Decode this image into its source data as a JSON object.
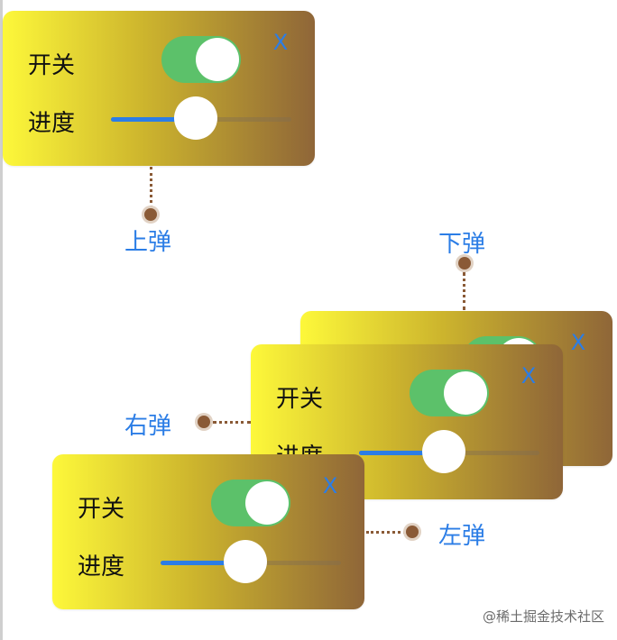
{
  "popup_top": {
    "switch_label": "开关",
    "progress_label": "进度",
    "close_label": "X",
    "toggle_on": true,
    "progress_fraction": 0.47
  },
  "popup_down": {
    "close_label": "X"
  },
  "popup_right": {
    "switch_label": "开关",
    "progress_label": "进度",
    "close_label": "X",
    "toggle_on": true,
    "progress_fraction": 0.47
  },
  "popup_left": {
    "switch_label": "开关",
    "progress_label": "进度",
    "close_label": "X",
    "toggle_on": true,
    "progress_fraction": 0.47
  },
  "annotations": {
    "up": "上弹",
    "down": "下弹",
    "right": "右弹",
    "left": "左弹"
  },
  "watermark": "@稀土掘金技术社区",
  "colors": {
    "accent_blue": "#2b7de6",
    "toggle_green": "#5cc16a",
    "leader_brown": "#8a5a36"
  }
}
